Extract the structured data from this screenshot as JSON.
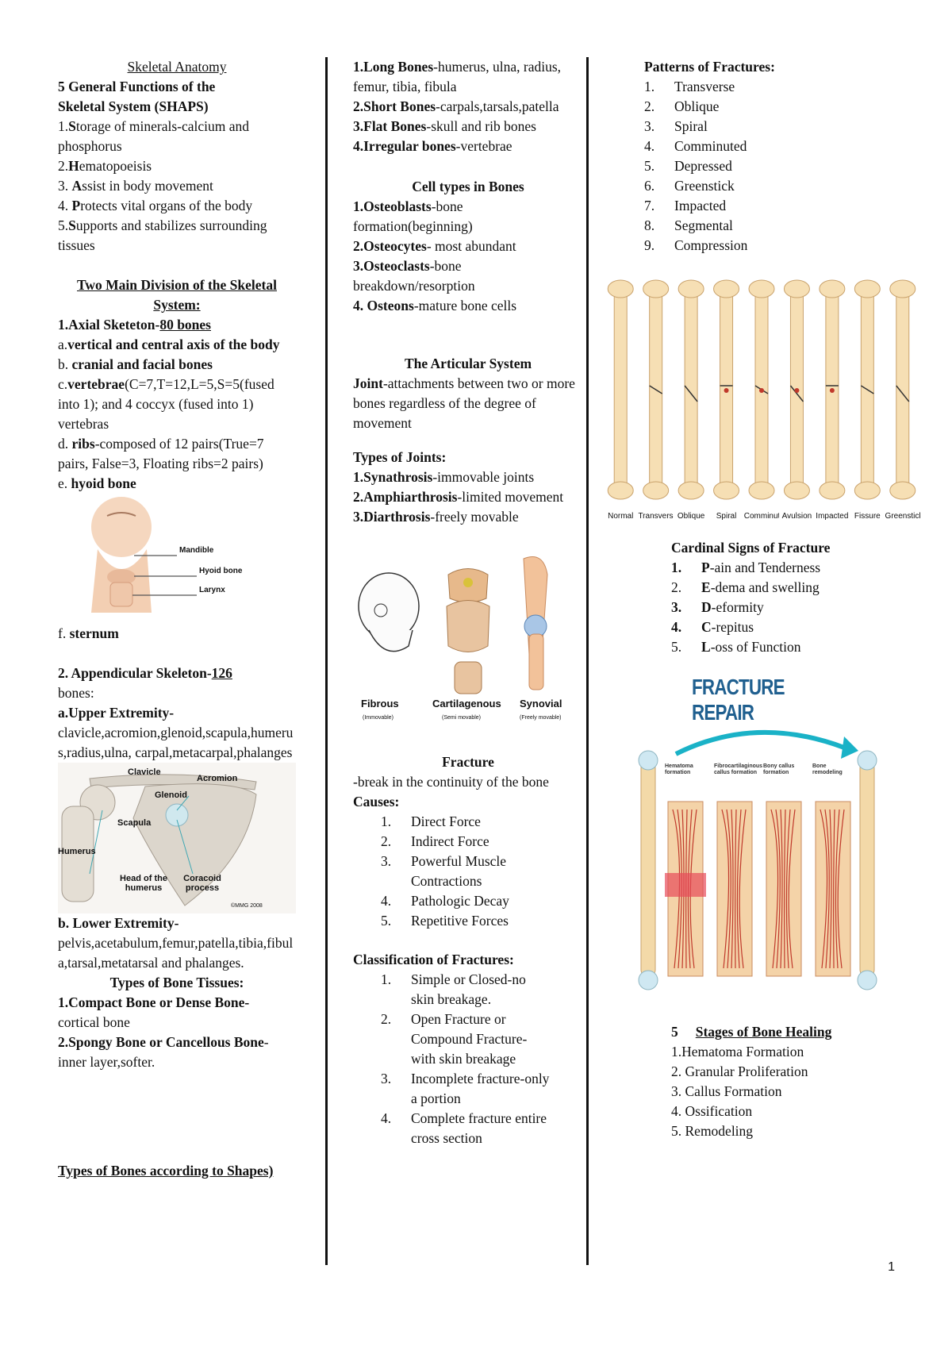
{
  "col1": {
    "title": "Skeletal Anatomy",
    "functions_heading_1": "5 General Functions of the",
    "functions_heading_2": "Skeletal System (SHAPS)",
    "functions": [
      {
        "num": "1.",
        "bold": "S",
        "text": "torage of minerals-calcium and phosphorus"
      },
      {
        "num": "2.",
        "bold": "H",
        "text": "ematopoeisis"
      },
      {
        "num": "3. ",
        "bold": "A",
        "text": "ssist in body movement"
      },
      {
        "num": "4. ",
        "bold": "P",
        "text": "rotects vital organs of the body"
      },
      {
        "num": "5.",
        "bold": "S",
        "text": "upports and stabilizes surrounding tissues"
      }
    ],
    "division_heading": "Two Main Division of the Skeletal System:",
    "axial": {
      "label": "1.Axial Sketeton-",
      "count": "80 bones"
    },
    "axial_items": {
      "a_prefix": "a.",
      "a_bold": "vertical and central axis of the body",
      "b_prefix": "b. ",
      "b_bold": "cranial and facial bones",
      "c_prefix": "c.",
      "c_bold": "vertebrae",
      "c_text": "(C=7,T=12,L=5,S=5(fused into 1); and 4 coccyx (fused into 1) vertebras",
      "d_prefix": "d. ",
      "d_bold": "ribs",
      "d_text": "-composed of 12 pairs(True=7 pairs, False=3, Floating ribs=2 pairs)",
      "e_prefix": "e. ",
      "e_bold": "hyoid bone",
      "f_prefix": "f. ",
      "f_bold": "sternum"
    },
    "hyoid_figure": {
      "labels": [
        "Mandible",
        "Hyoid bone",
        "Larynx"
      ]
    },
    "appendicular": {
      "label": "2. Appendicular Skeleton-",
      "count": "126",
      "suffix": "bones:"
    },
    "upper": {
      "label": "a.Upper Extremity-",
      "text": "clavicle,acromion,glenoid,scapula,humerus,radius,ulna, carpal,metacarpal,phalanges"
    },
    "shoulder_figure": {
      "labels": [
        "Clavicle",
        "Acromion",
        "Glenoid",
        "Scapula",
        "Humerus",
        "Head of the humerus",
        "Coracoid process",
        "©MMG 2008"
      ]
    },
    "lower": {
      "label": "b. Lower Extremity-",
      "text": "pelvis,acetabulum,femur,patella,tibia,fibula,tarsal,metatarsal and phalanges."
    },
    "tissues_heading": "Types of Bone Tissues:",
    "tissue1": {
      "label": "1.Compact Bone or Dense Bone-",
      "text": "cortical bone"
    },
    "tissue2": {
      "label": "2.Spongy Bone or Cancellous Bone",
      "text": "-inner layer,softer."
    },
    "shapes_heading": "Types of Bones according to Shapes)"
  },
  "col2": {
    "bone_types": [
      {
        "label": "1.Long Bones",
        "text": "-humerus, ulna, radius, femur, tibia, fibula"
      },
      {
        "label": "2.Short Bones",
        "text": "-carpals,tarsals,patella"
      },
      {
        "label": "3.Flat Bones",
        "text": "-skull and rib bones"
      },
      {
        "label": "4.Irregular bones",
        "text": "-vertebrae"
      }
    ],
    "cell_heading": "Cell types in Bones",
    "cells": [
      {
        "label": "1.Osteoblasts",
        "text": "-bone formation(beginning)"
      },
      {
        "label": "2.Osteocytes",
        "text": "- most abundant"
      },
      {
        "label": "3.Osteoclasts",
        "text": "-bone breakdown/resorption"
      },
      {
        "label": "4. Osteons",
        "text": "-mature bone cells"
      }
    ],
    "articular_heading": "The Articular System",
    "joint_label": "Joint",
    "joint_text": "-attachments between two or more bones regardless of the degree of movement",
    "joint_types_heading": "Types of Joints:",
    "joint_types": [
      {
        "label": "1.Synathrosis",
        "text": "-immovable joints"
      },
      {
        "label": "2.Amphiarthrosis",
        "text": "-limited movement"
      },
      {
        "label": "3.Diarthrosis",
        "text": "-freely movable"
      }
    ],
    "joint_figure": {
      "names": [
        "Fibrous",
        "Cartilagenous",
        "Synovial"
      ],
      "subs": [
        "(Immovable)",
        "(Semi movable)",
        "(Freely movable)"
      ]
    },
    "fracture_heading": "Fracture",
    "fracture_def": "-break in the continuity of the bone",
    "causes_label": "Causes:",
    "causes": [
      "Direct Force",
      "Indirect Force",
      "Powerful Muscle Contractions",
      "Pathologic Decay",
      "Repetitive Forces"
    ],
    "classification_heading": "Classification of Fractures:",
    "classifications": [
      "Simple or Closed-no skin breakage.",
      "Open Fracture or Compound Fracture-with skin breakage",
      "Incomplete fracture-only a portion",
      "Complete fracture entire cross section"
    ]
  },
  "col3": {
    "patterns_heading": "Patterns of Fractures:",
    "patterns": [
      "Transverse",
      "Oblique",
      "Spiral",
      "Comminuted",
      "Depressed",
      "Greenstick",
      "Impacted",
      "Segmental",
      "Compression"
    ],
    "bones_figure": {
      "labels": [
        "Normal",
        "Transverse",
        "Oblique",
        "Spiral",
        "Comminuted",
        "Avulsion",
        "Impacted",
        "Fissure",
        "Greenstick"
      ]
    },
    "cardinal_heading": "Cardinal Signs of Fracture",
    "cardinal": [
      {
        "num": "1.",
        "bold": "P",
        "text": "-ain and Tenderness"
      },
      {
        "num": "2.",
        "bold": "E",
        "text": "-dema and swelling"
      },
      {
        "num": "3.",
        "bold": "D",
        "text": "-eformity"
      },
      {
        "num": "4.",
        "bold": "C",
        "text": "-repitus"
      },
      {
        "num": "5.",
        "bold": "L",
        "text": "-oss of Function"
      }
    ],
    "repair_figure": {
      "title": "FRACTURE REPAIR",
      "stages": [
        "Hematoma formation",
        "Fibrocartilaginous callus formation",
        "Bony callus formation",
        "Bone remodeling"
      ]
    },
    "healing_num": "5",
    "healing_heading": "Stages of Bone Healing",
    "healing": [
      "1.Hematoma Formation",
      "2. Granular Proliferation",
      "3. Callus Formation",
      "4. Ossification",
      "5. Remodeling"
    ]
  },
  "page_number": "1"
}
